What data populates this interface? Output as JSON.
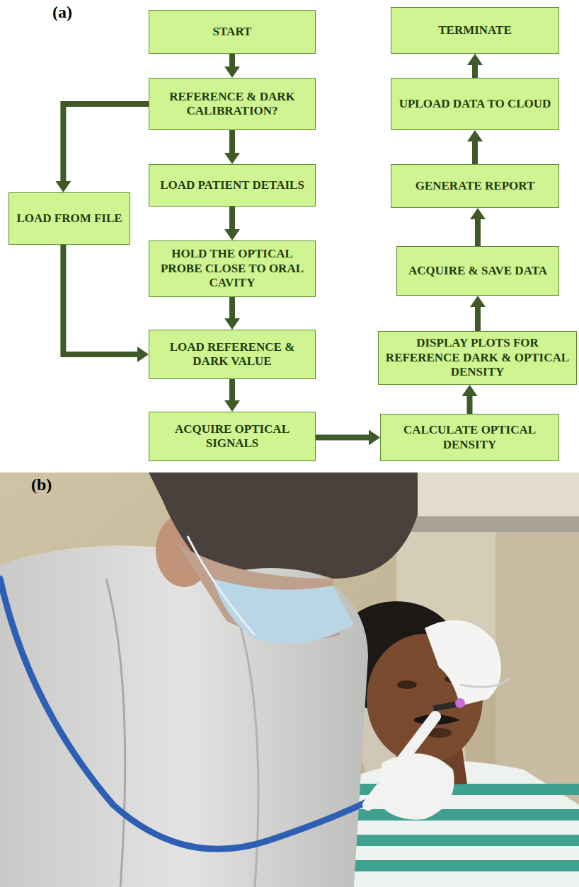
{
  "diagram": {
    "nodes": [
      {
        "text": [
          "START"
        ]
      },
      {
        "text": [
          "REFERENCE & DARK CALIBRATION?"
        ]
      },
      {
        "text": [
          "LOAD PATIENT DETAILS"
        ]
      },
      {
        "text": [
          "HOLD THE OPTICAL PROBE CLOSE TO ORAL CAVITY"
        ]
      },
      {
        "text": [
          "LOAD REFERENCE & DARK VALUE"
        ]
      },
      {
        "text": [
          "ACQUIRE OPTICAL SIGNALS"
        ]
      },
      {
        "text": [
          "LOAD FROM FILE"
        ]
      },
      {
        "text": [
          "CALCULATE OPTICAL DENSITY"
        ]
      },
      {
        "text": [
          "DISPLAY PLOTS FOR REFERENCE DARK & OPTICAL DENSITY"
        ]
      },
      {
        "text": [
          "ACQUIRE & SAVE DATA"
        ]
      },
      {
        "text": [
          "GENERATE REPORT"
        ]
      },
      {
        "text": [
          "UPLOAD DATA TO CLOUD"
        ]
      },
      {
        "text": [
          "TERMINATE"
        ]
      }
    ],
    "edges": [
      {
        "from": 0,
        "to": 1,
        "arrow": "to"
      },
      {
        "from": 1,
        "to": 2,
        "arrow": "to"
      },
      {
        "from": 2,
        "to": 3,
        "arrow": "to"
      },
      {
        "from": 3,
        "to": 4,
        "arrow": "to"
      },
      {
        "from": 4,
        "to": 5,
        "arrow": "to"
      },
      {
        "from": 1,
        "to": 6,
        "arrow": "to"
      },
      {
        "from": 6,
        "to": 4,
        "arrow": "to"
      },
      {
        "from": 5,
        "to": 7,
        "arrow": "to"
      },
      {
        "from": 7,
        "to": 8,
        "arrow": "to"
      },
      {
        "from": 8,
        "to": 9,
        "arrow": "to"
      },
      {
        "from": 9,
        "to": 10,
        "arrow": "to"
      },
      {
        "from": 10,
        "to": 11,
        "arrow": "to"
      },
      {
        "from": 11,
        "to": 12,
        "arrow": "to"
      }
    ],
    "labels": [
      "(a)",
      "(b)"
    ]
  }
}
